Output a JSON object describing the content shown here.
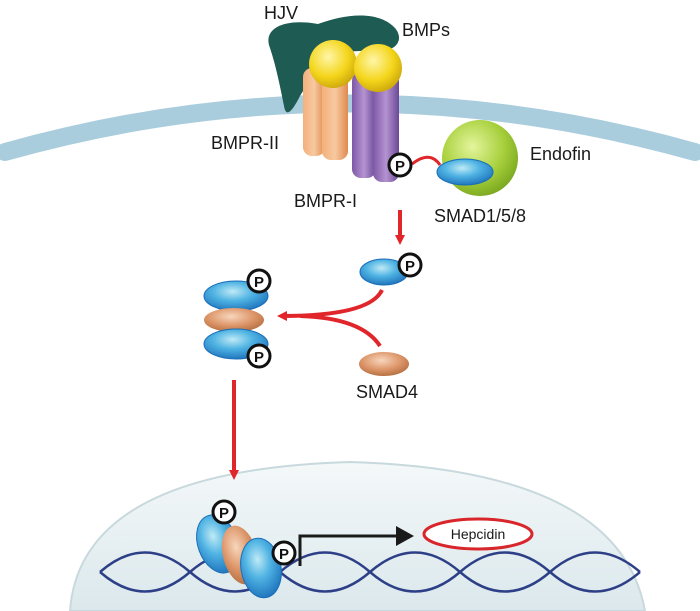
{
  "labels": {
    "hjv": "HJV",
    "bmps": "BMPs",
    "bmpr2": "BMPR-II",
    "bmpr1": "BMPR-I",
    "endofin": "Endofin",
    "smad158": "SMAD1/5/8",
    "smad4": "SMAD4",
    "hepcidin": "Hepcidin",
    "phospho": "P"
  },
  "colors": {
    "membrane": "#a9cddd",
    "hjv": "#1e5b52",
    "bmp": "#f2d41c",
    "bmpr2": "#e8935a",
    "bmpr1": "#8a63b0",
    "endofin": "#a6cf3b",
    "smad_blue": "#2f8fd3",
    "smad4": "#d98e60",
    "arrow": "#e0262b",
    "nucleus": "#e3ecee",
    "dna": "#2d3f87",
    "hepcidin_outline": "#d8262b"
  }
}
